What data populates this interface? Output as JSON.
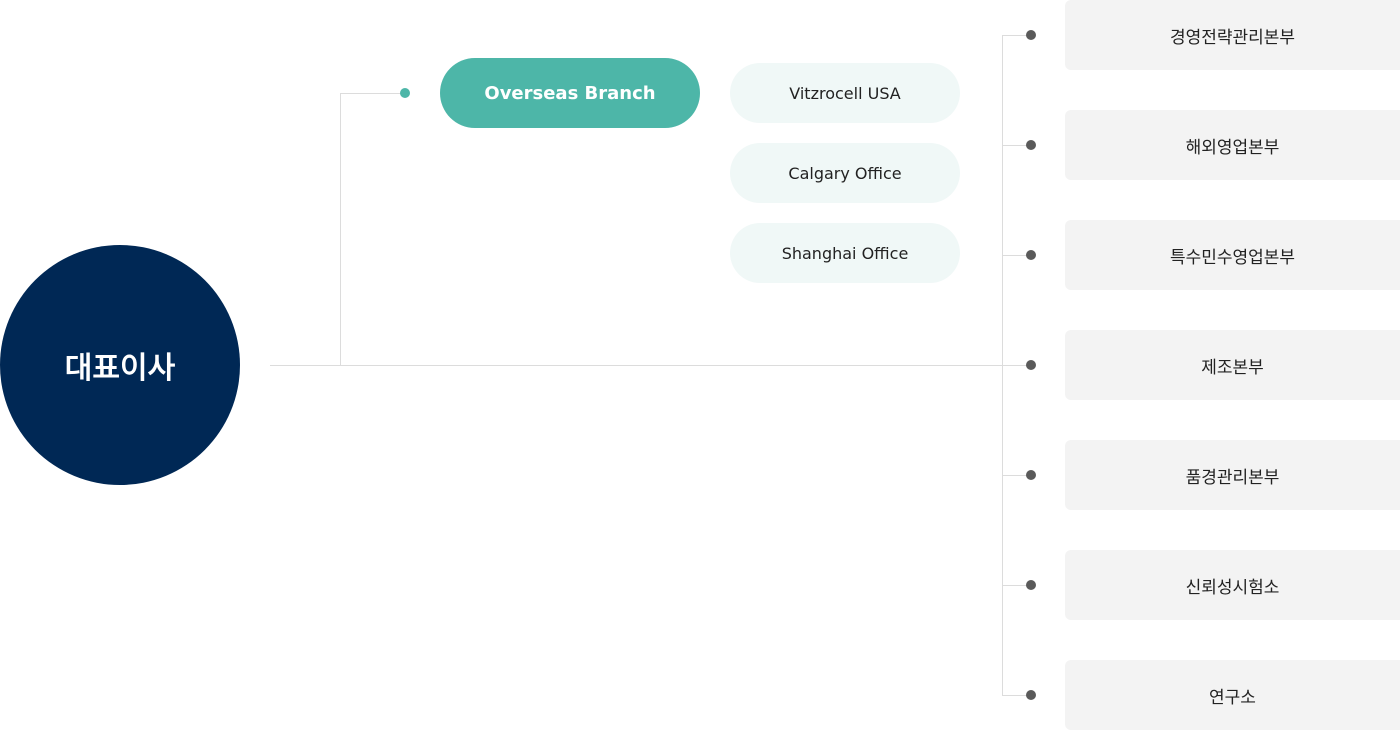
{
  "ceo": {
    "label": "대표이사"
  },
  "overseas": {
    "label": "Overseas Branch",
    "branches": [
      "Vitzrocell USA",
      "Calgary Office",
      "Shanghai Office"
    ]
  },
  "departments": [
    "경영전략관리본부",
    "해외영업본부",
    "특수민수영업본부",
    "제조본부",
    "품경관리본부",
    "신뢰성시험소",
    "연구소"
  ],
  "colors": {
    "ceo": "#002855",
    "overseas_accent": "#4db6a8",
    "branch_bg": "#f0f8f7",
    "dept_bg": "#f3f3f3",
    "connector": "#dcdcdc",
    "dept_dot": "#5a5a5a"
  }
}
